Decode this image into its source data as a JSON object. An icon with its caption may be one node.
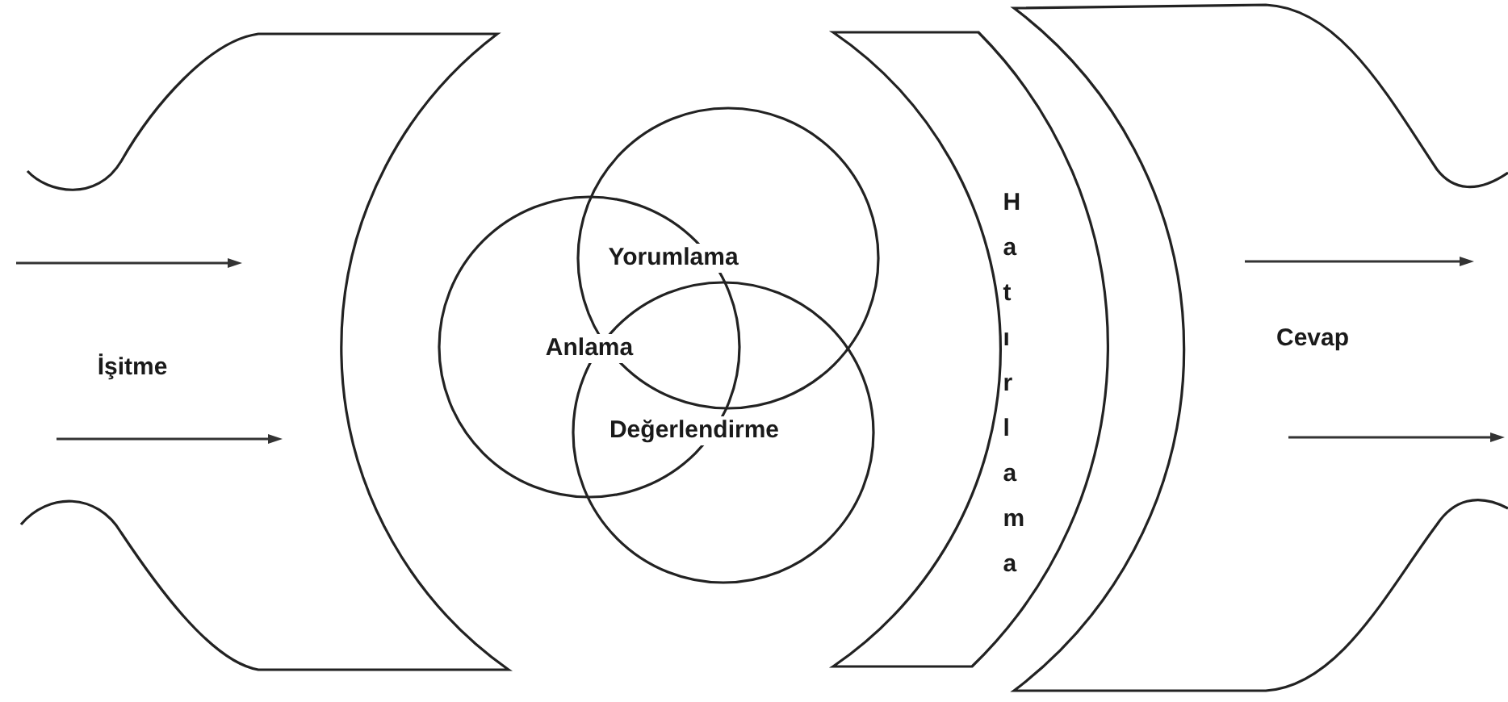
{
  "diagram": {
    "nodes": [
      {
        "text": [
          "İşitme"
        ]
      },
      {
        "text": [
          "Anlama"
        ]
      },
      {
        "text": [
          "Yorumlama"
        ]
      },
      {
        "text": [
          "Değerlendirme"
        ]
      },
      {
        "text": [
          "Hatırlama"
        ]
      },
      {
        "text": [
          "Cevap"
        ]
      }
    ]
  }
}
